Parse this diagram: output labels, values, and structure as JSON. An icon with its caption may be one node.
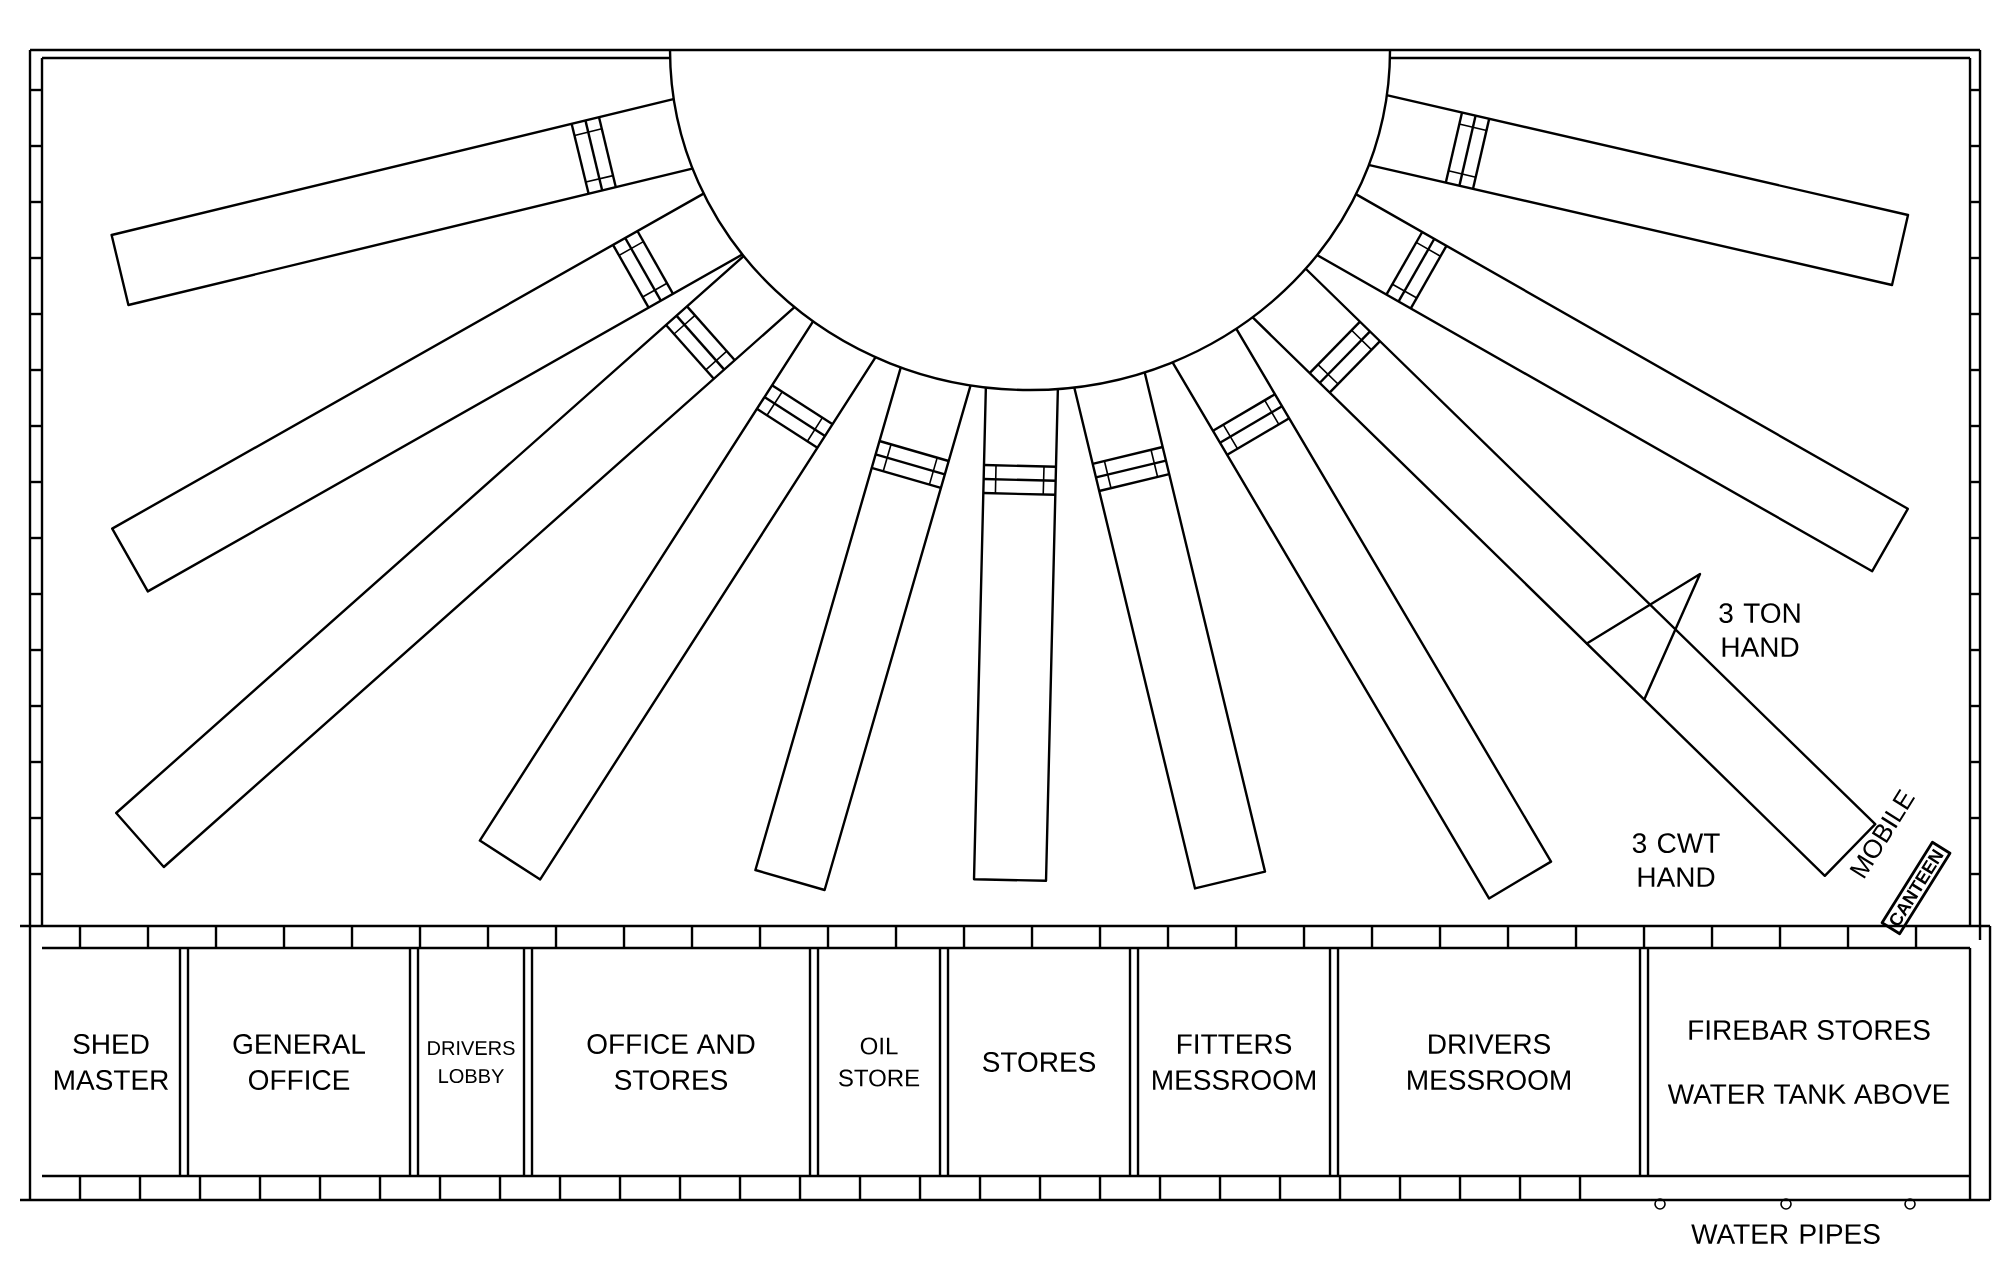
{
  "diagram": {
    "nodes": [
      {
        "text": [
          "SHED MASTER"
        ]
      },
      {
        "text": [
          "GENERAL OFFICE"
        ]
      },
      {
        "text": [
          "DRIVERS LOBBY"
        ]
      },
      {
        "text": [
          "OFFICE AND STORES"
        ]
      },
      {
        "text": [
          "OIL STORE"
        ]
      },
      {
        "text": [
          "STORES"
        ]
      },
      {
        "text": [
          "FITTERS MESSROOM"
        ]
      },
      {
        "text": [
          "DRIVERS MESSROOM"
        ]
      },
      {
        "text": [
          "FIREBAR STORES",
          "WATER TANK ABOVE"
        ]
      },
      {
        "text": [
          "CANTEEN"
        ],
        "beside": [
          "MOBILE"
        ]
      }
    ],
    "labels": [
      "3 TON HAND",
      "3 CWT HAND",
      "WATER PIPES"
    ]
  }
}
